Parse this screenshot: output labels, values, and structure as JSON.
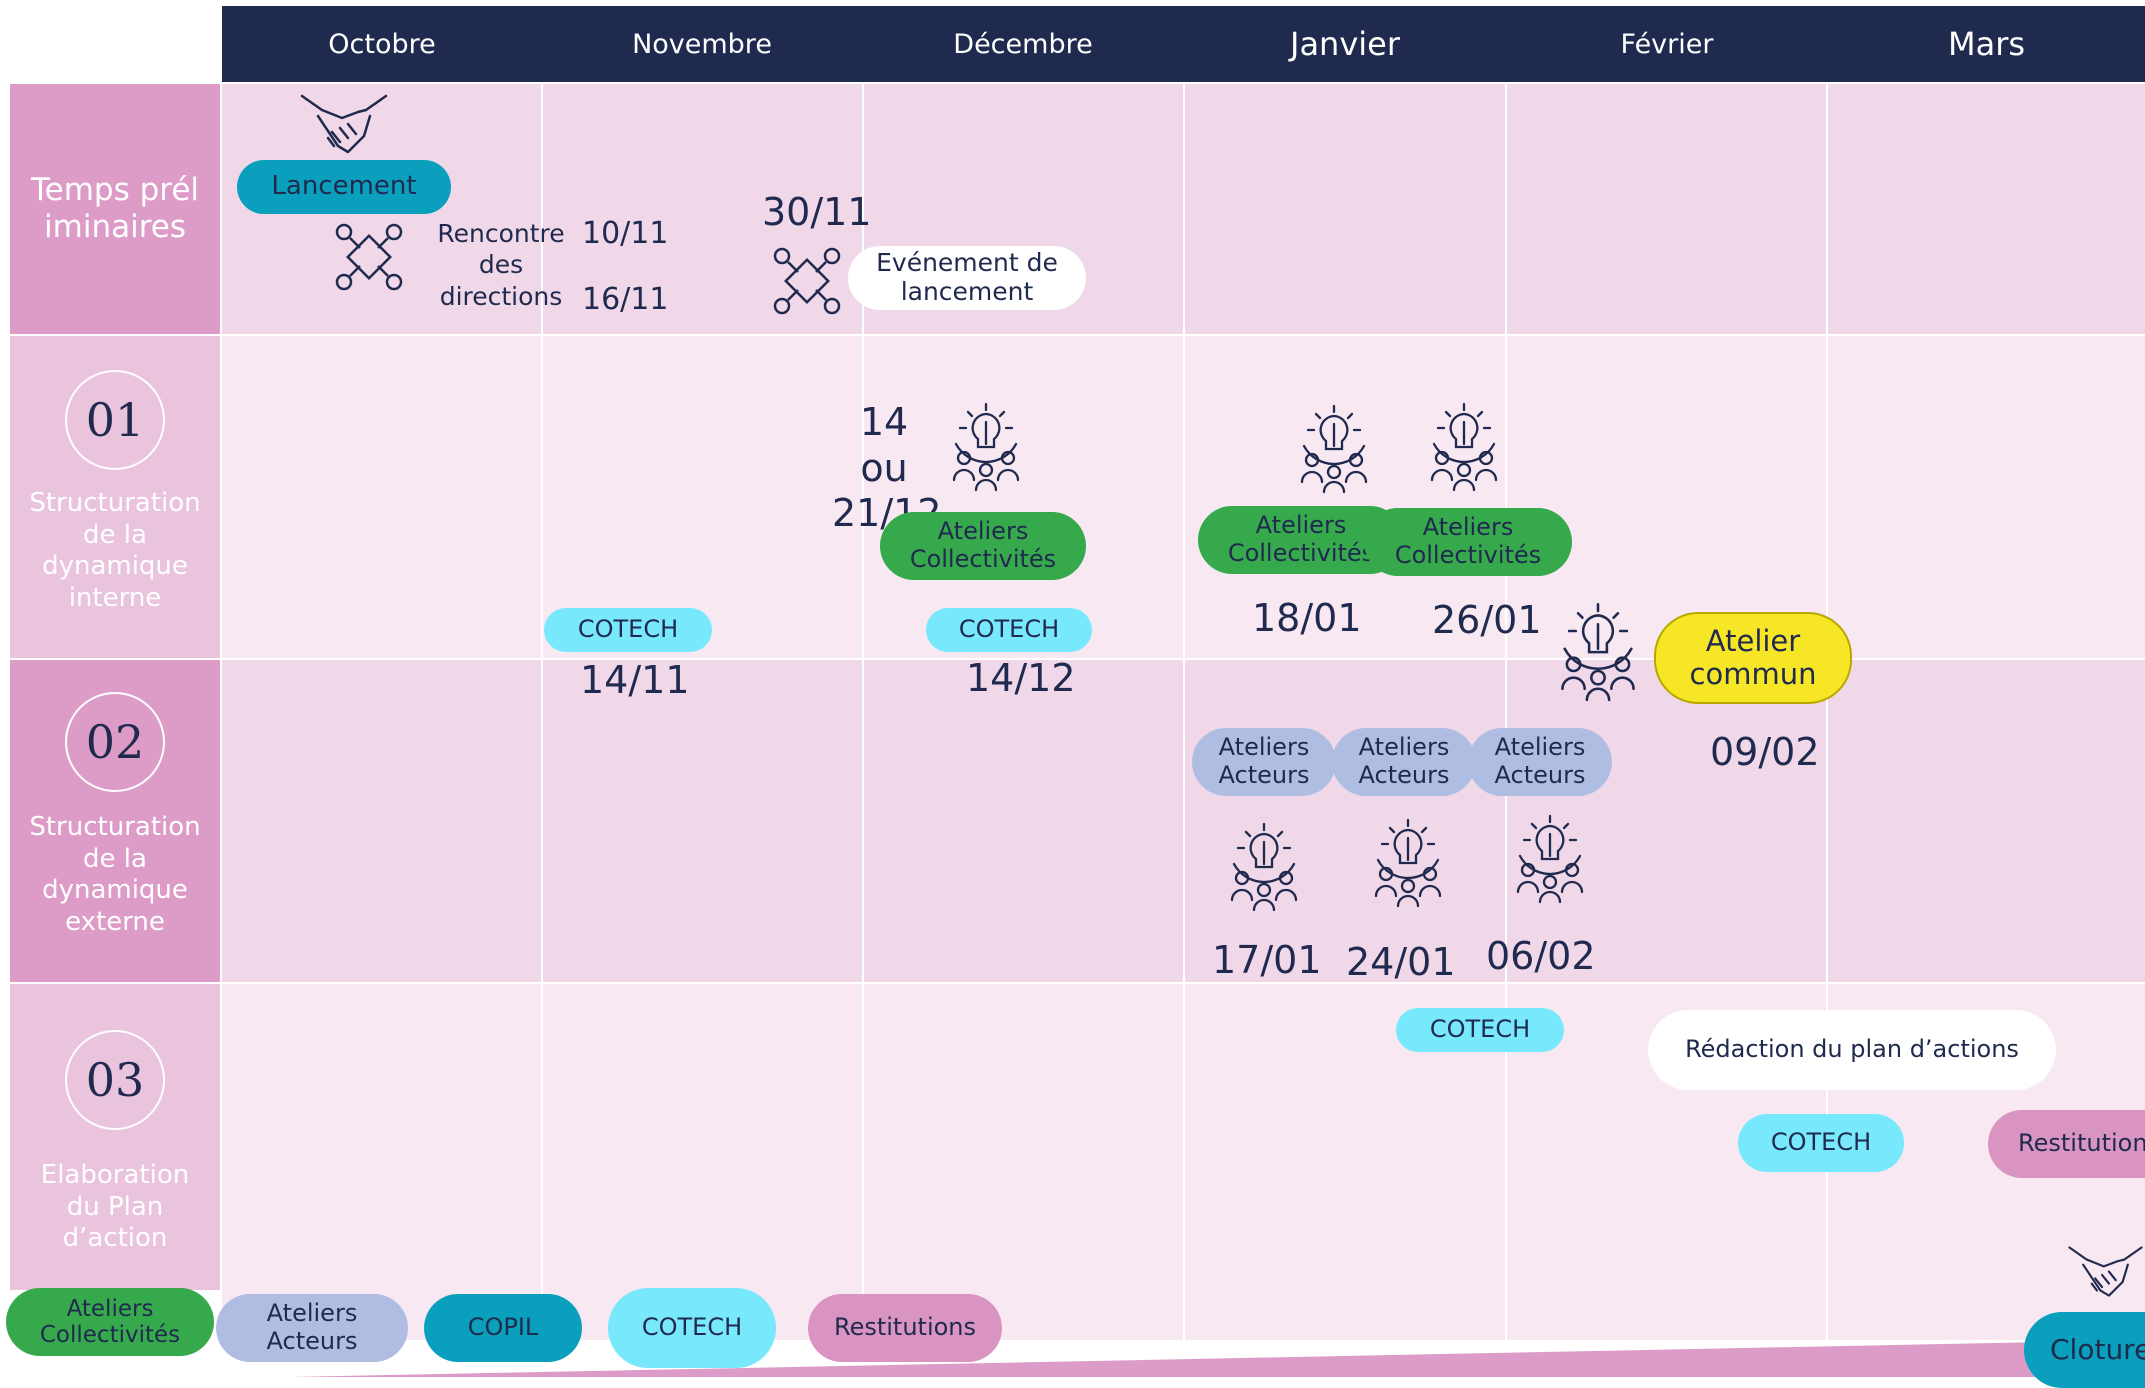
{
  "months": [
    {
      "label": "Octobre"
    },
    {
      "label": "Novembre"
    },
    {
      "label": "Décembre"
    },
    {
      "label": "Janvier"
    },
    {
      "label": "Février"
    },
    {
      "label": "Mars"
    }
  ],
  "rows": {
    "prelim": {
      "label": "Temps préliminaires"
    },
    "phase1": {
      "number": "01",
      "label": "Structuration de la dynamique interne"
    },
    "phase2": {
      "number": "02",
      "label": "Structuration de la dynamique externe"
    },
    "phase3": {
      "number": "03",
      "label": "Elaboration du Plan d’action"
    }
  },
  "prelim": {
    "lancement": "Lancement",
    "rencontre": "Rencontre des directions",
    "date_a": "10/11",
    "date_b": "16/11",
    "date_event": "30/11",
    "evenement": "Evénement de lancement"
  },
  "phase1": {
    "date_dec": "14 ou 21/12",
    "ateliers_dec": "Ateliers Collectivités",
    "cotech_nov": "COTECH",
    "cotech_dec": "COTECH",
    "ateliers_jan1": "Ateliers Collectivités",
    "ateliers_jan2": "Ateliers Collectivités",
    "date_jan1": "18/01",
    "date_jan2": "26/01",
    "atelier_commun": "Atelier commun"
  },
  "phase2": {
    "date_nov": "14/11",
    "date_dec": "14/12",
    "acteurs1": "Ateliers Acteurs",
    "acteurs2": "Ateliers Acteurs",
    "acteurs3": "Ateliers Acteurs",
    "date_commun": "09/02",
    "date_a1": "17/01",
    "date_a2": "24/01",
    "date_a3": "06/02"
  },
  "phase3": {
    "cotech_jan": "COTECH",
    "redaction": "Rédaction du plan d’actions",
    "cotech_feb": "COTECH",
    "restitutions": "Restitutions",
    "cloture": "Cloture"
  },
  "legend": [
    {
      "label": "Ateliers Collectivités"
    },
    {
      "label": "Ateliers Acteurs"
    },
    {
      "label": "COPIL"
    },
    {
      "label": "COTECH"
    },
    {
      "label": "Restitutions"
    }
  ],
  "colors": {
    "navy": "#1f2a4e",
    "band_dark": "#dd9cc8",
    "band_light": "#f0d8e9",
    "green": "#36a94c",
    "cyan": "#78e8fd",
    "teal": "#0aa0bd",
    "lavender": "#afbde3",
    "pink": "#d994c2",
    "yellow": "#f6e626"
  },
  "icons": [
    "handshake-icon",
    "meeting-icon",
    "workshop-icon"
  ]
}
